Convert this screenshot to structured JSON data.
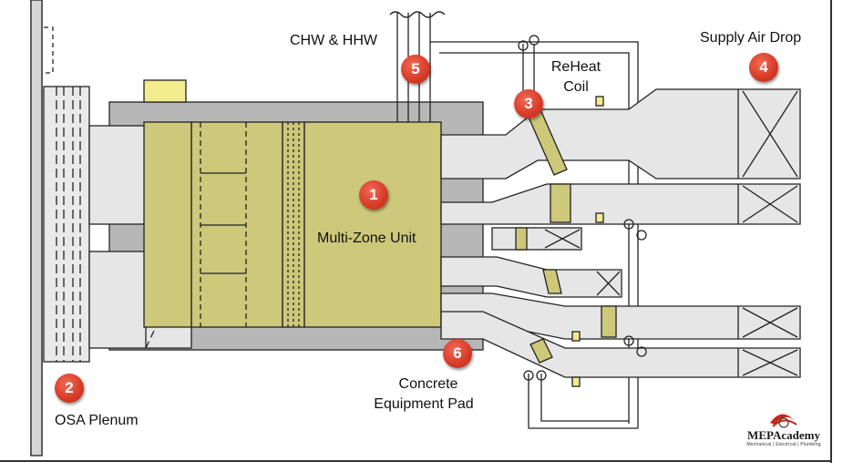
{
  "labels": {
    "pipes": "CHW & HHW",
    "reheat_line1": "ReHeat",
    "reheat_line2": "Coil",
    "supply_drop": "Supply Air Drop",
    "unit": "Multi-Zone Unit",
    "pad_line1": "Concrete",
    "pad_line2": "Equipment Pad",
    "plenum": "OSA Plenum"
  },
  "badges": [
    "1",
    "2",
    "3",
    "4",
    "5",
    "6"
  ],
  "logo": {
    "title": "MEPAcademy",
    "subtitle": "Mechanical | Electrical | Plumbing"
  },
  "colors": {
    "unit_fill": "#cdc87a",
    "pad_fill": "#b7b7b7",
    "duct_fill": "#e6e6e6",
    "badge": "#d63a26",
    "logo_red": "#c8281e"
  }
}
